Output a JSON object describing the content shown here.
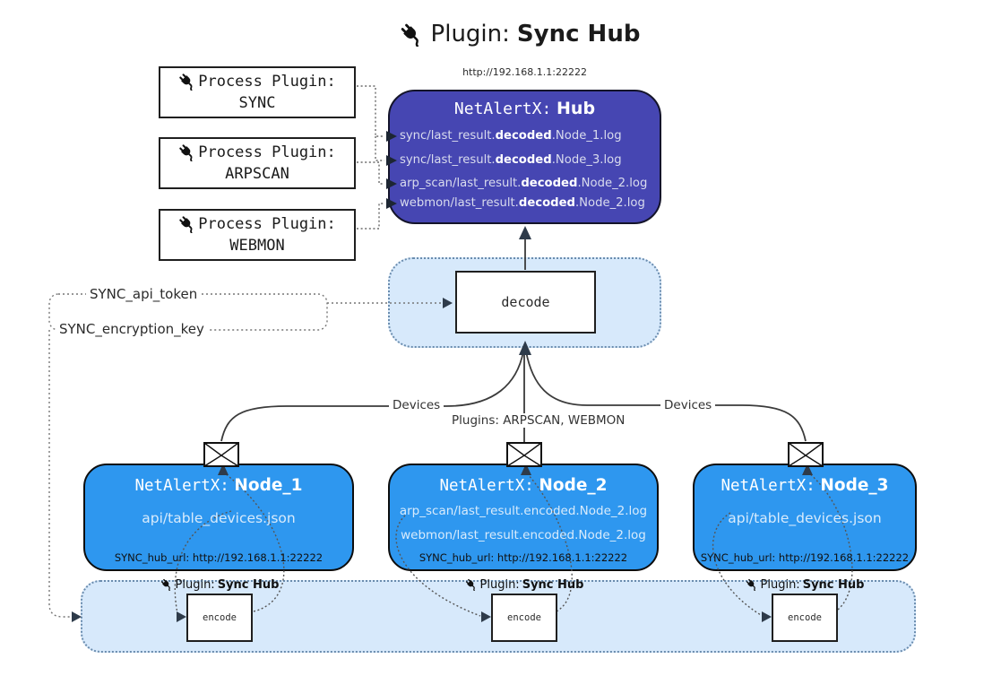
{
  "title": {
    "prefix": "Plugin:",
    "name": "Sync Hub"
  },
  "hub": {
    "url": "http://192.168.1.1:22222",
    "title_prefix": "NetAlertX:",
    "title_name": "Hub",
    "logs": [
      {
        "pre": "sync/last_result.",
        "bold": "decoded",
        "post": ".Node_1.log"
      },
      {
        "pre": "sync/last_result.",
        "bold": "decoded",
        "post": ".Node_3.log"
      },
      {
        "pre": "arp_scan/last_result.",
        "bold": "decoded",
        "post": ".Node_2.log"
      },
      {
        "pre": "webmon/last_result.",
        "bold": "decoded",
        "post": ".Node_2.log"
      }
    ]
  },
  "process_plugins": [
    {
      "label": "Process Plugin:",
      "name": "SYNC"
    },
    {
      "label": "Process Plugin:",
      "name": "ARPSCAN"
    },
    {
      "label": "Process Plugin:",
      "name": "WEBMON"
    }
  ],
  "decode_label": "decode",
  "settings": {
    "api_token": "SYNC_api_token",
    "encryption_key": "SYNC_encryption_key"
  },
  "edge_labels": {
    "devices_left": "Devices",
    "plugins_center": "Plugins: ARPSCAN, WEBMON",
    "devices_right": "Devices"
  },
  "nodes": [
    {
      "title_prefix": "NetAlertX:",
      "title_name": "Node_1",
      "files": [
        "api/table_devices.json"
      ],
      "footer": "SYNC_hub_url: http://192.168.1.1:22222"
    },
    {
      "title_prefix": "NetAlertX:",
      "title_name": "Node_2",
      "files": [
        "arp_scan/last_result.encoded.Node_2.log",
        "webmon/last_result.encoded.Node_2.log"
      ],
      "footer": "SYNC_hub_url: http://192.168.1.1:22222"
    },
    {
      "title_prefix": "NetAlertX:",
      "title_name": "Node_3",
      "files": [
        "api/table_devices.json"
      ],
      "footer": "SYNC_hub_url: http://192.168.1.1:22222"
    }
  ],
  "encoders": [
    {
      "label_prefix": "Plugin:",
      "label_name": "Sync Hub",
      "box_label": "encode"
    },
    {
      "label_prefix": "Plugin:",
      "label_name": "Sync Hub",
      "box_label": "encode"
    },
    {
      "label_prefix": "Plugin:",
      "label_name": "Sync Hub",
      "box_label": "encode"
    }
  ],
  "icons": {
    "plug": "plug-icon",
    "envelope": "envelope-icon"
  },
  "colors": {
    "hub_fill": "#4646B2",
    "node_fill": "#2E97EF",
    "panel_fill": "#D7E9FB",
    "panel_border": "#6A8CAE",
    "line": "#3B3B3B",
    "arrow": "#2E3B4A"
  }
}
